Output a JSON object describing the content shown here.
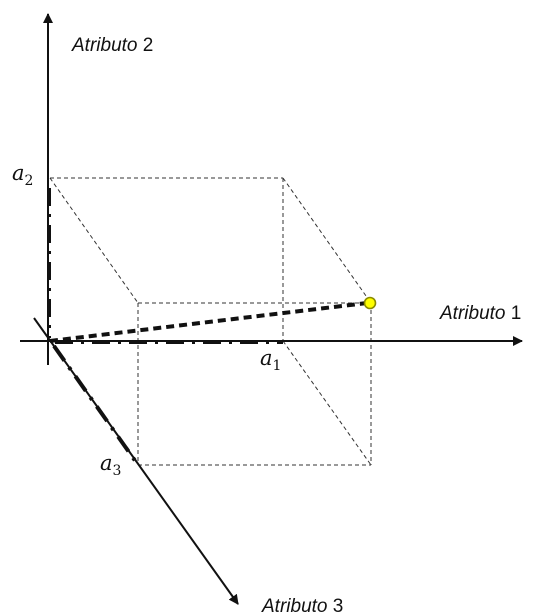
{
  "axes": {
    "x": {
      "word": "Atributo",
      "number": "1"
    },
    "y": {
      "word": "Atributo",
      "number": "2"
    },
    "z": {
      "word": "Atributo",
      "number": "3"
    }
  },
  "values": {
    "a1": {
      "symbol": "a",
      "subscript": "1"
    },
    "a2": {
      "symbol": "a",
      "subscript": "2"
    },
    "a3": {
      "symbol": "a",
      "subscript": "3"
    }
  },
  "colors": {
    "ink": "#111111",
    "point_fill": "#ffff00",
    "point_stroke": "#8a8a00"
  }
}
